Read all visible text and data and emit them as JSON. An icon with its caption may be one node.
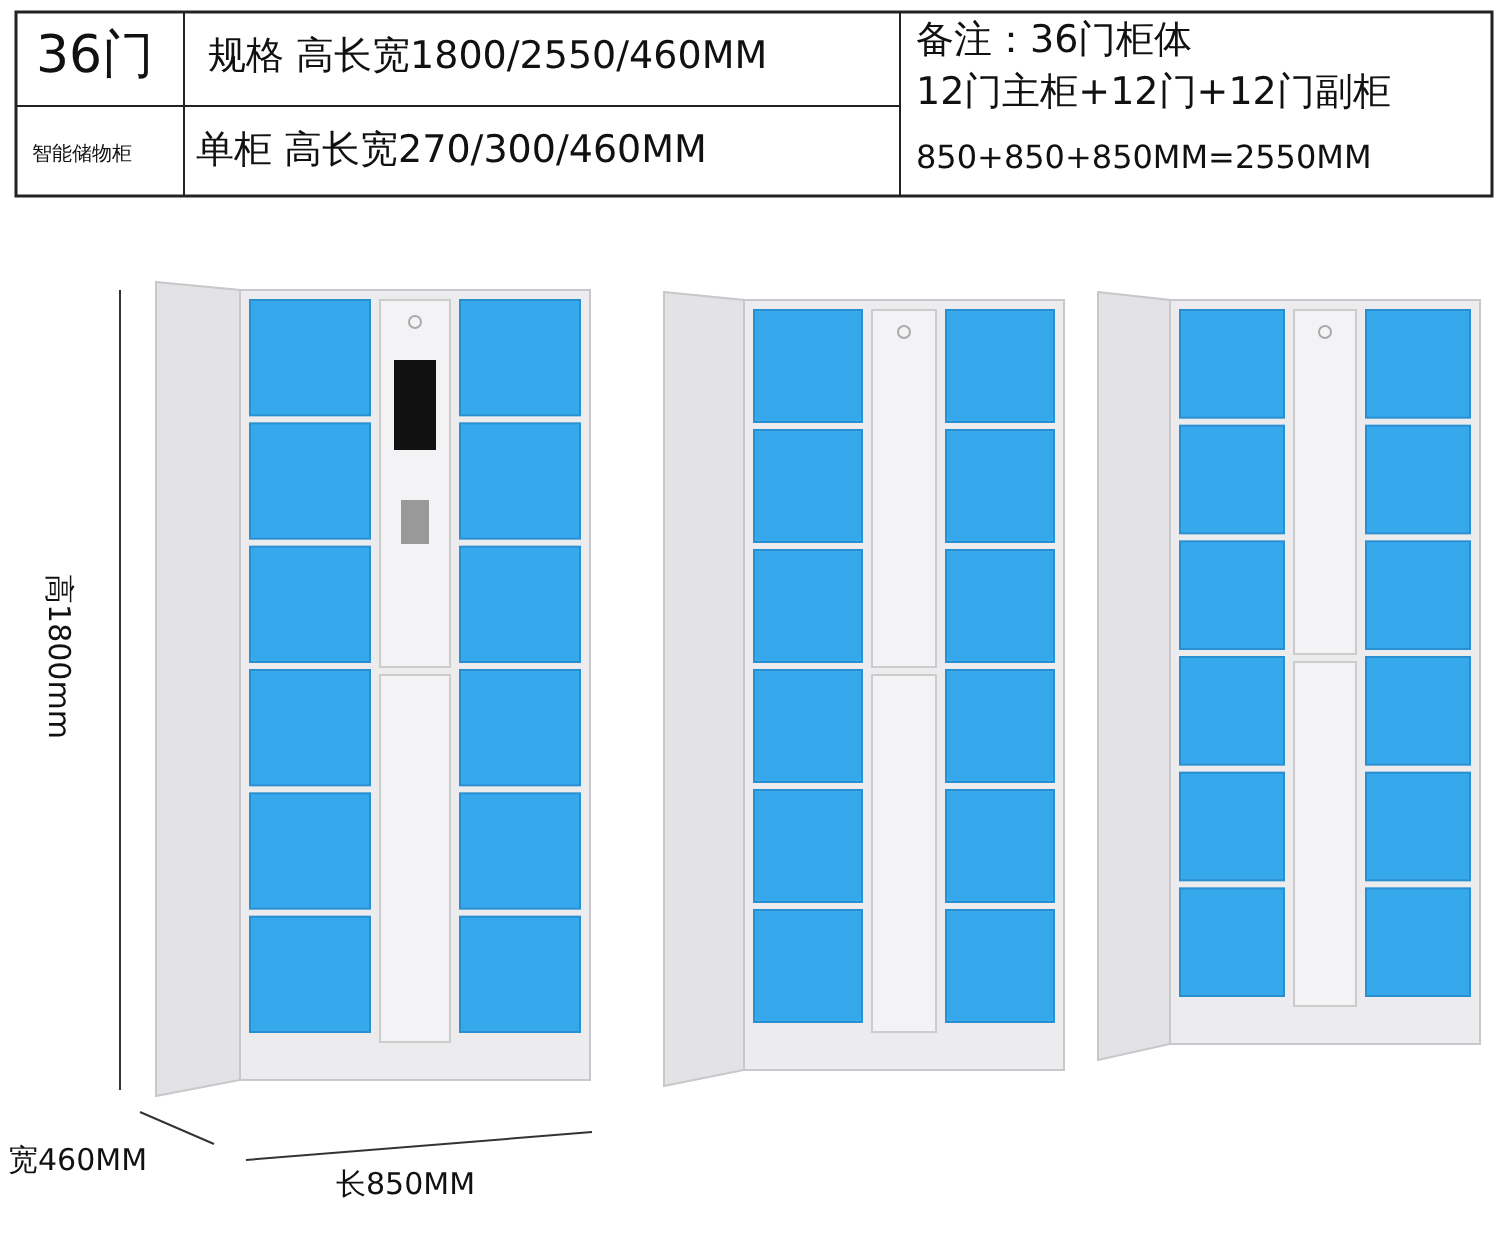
{
  "diagram": {
    "labels": [
      "36门",
      "规格 高长宽1800/2550/460MM",
      "备注：36门柜体",
      "12门主柜+12门+12门副柜",
      "850+850+850MM=2550MM",
      "智能储物柜",
      "单柜 高长宽270/300/460MM",
      "高1800mm",
      "宽460MM",
      "长850MM"
    ]
  }
}
